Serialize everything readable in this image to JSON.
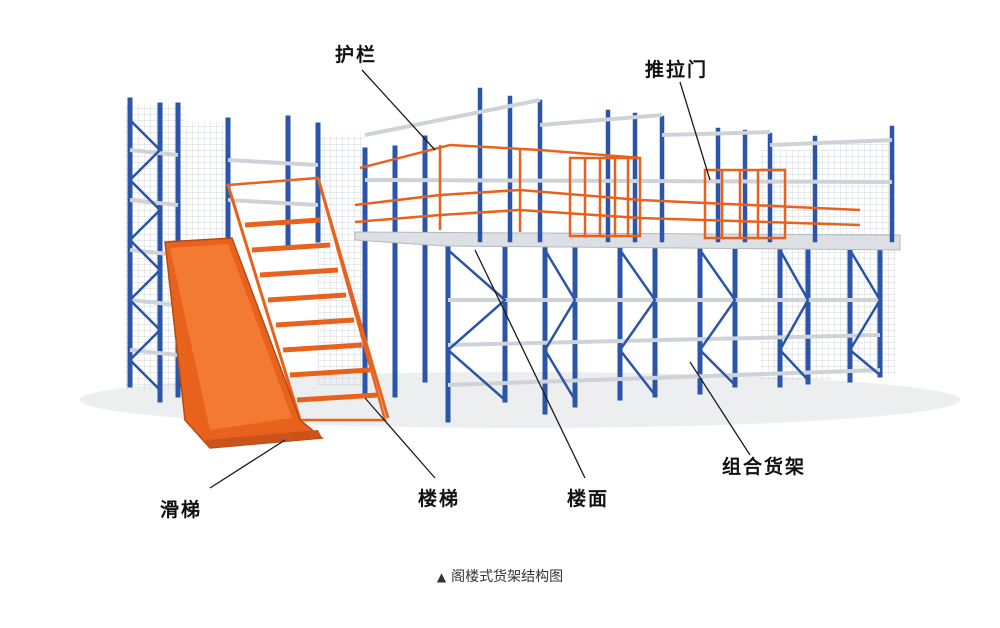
{
  "colors": {
    "frame": "#2a55a8",
    "accent": "#e8621e",
    "deck": "#dcdfe3",
    "mesh": "#c4c8cc",
    "line": "#1a1a1a"
  },
  "labels": {
    "guardrail": "护栏",
    "sliding_door": "推拉门",
    "slide": "滑梯",
    "stairs": "楼梯",
    "floor": "楼面",
    "combined_shelf": "组合货架"
  },
  "caption": {
    "marker": "▲",
    "text": "阁楼式货架结构图"
  }
}
